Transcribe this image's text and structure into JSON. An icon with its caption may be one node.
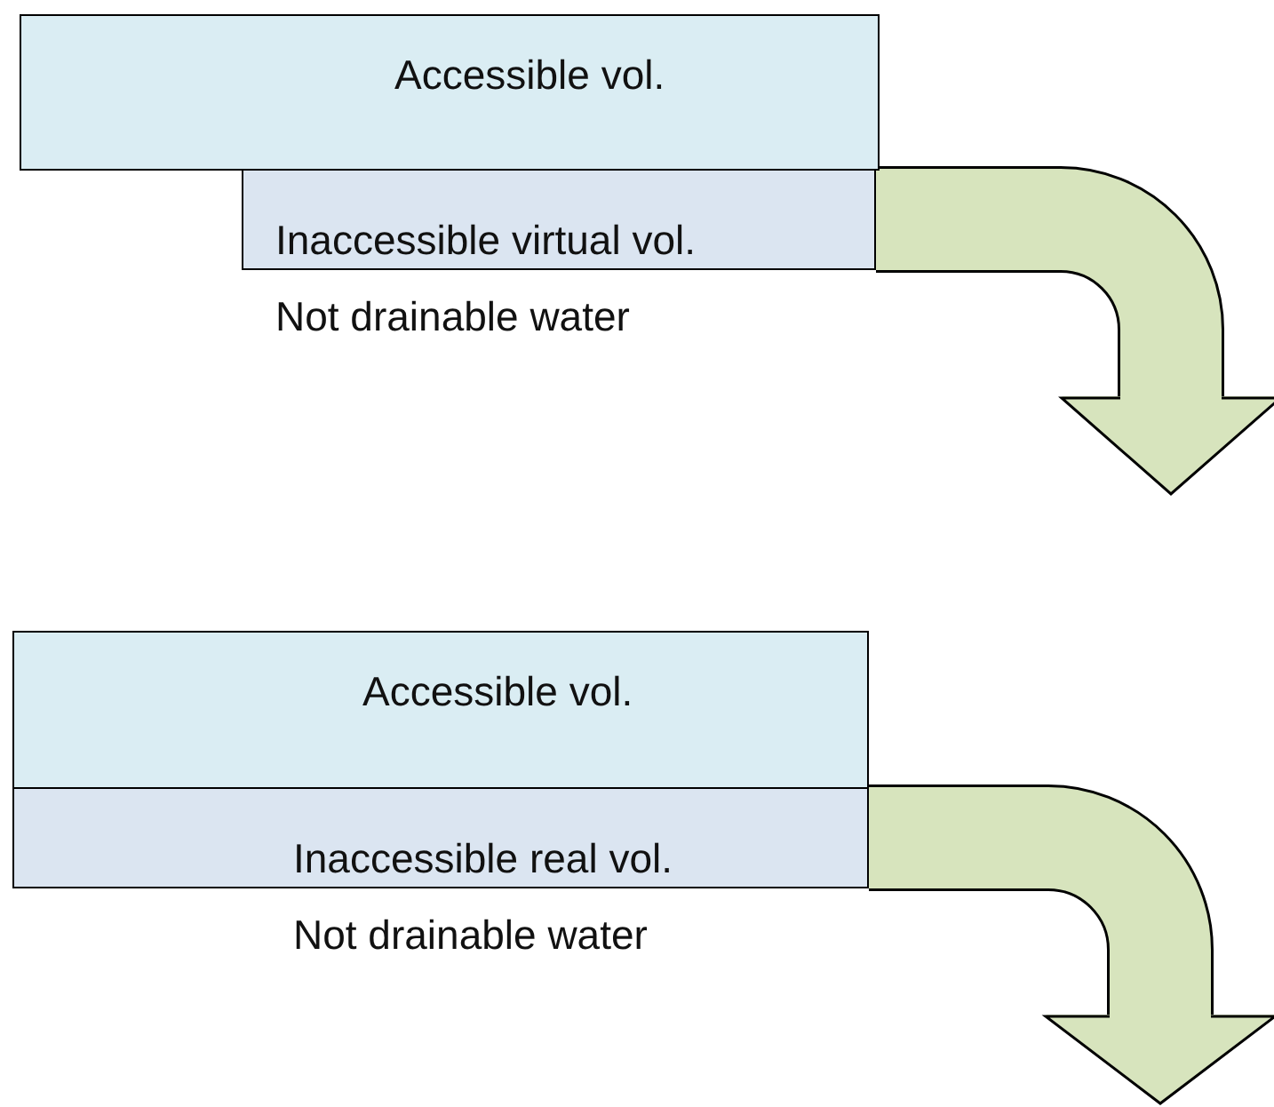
{
  "diagram": {
    "nodes": [
      {
        "text": [
          "Accessible vol."
        ]
      },
      {
        "text": [
          "Inaccessible virtual vol."
        ],
        "beside": [
          "Not drainable water"
        ]
      },
      {
        "text": [
          "Accessible vol."
        ]
      },
      {
        "text": [
          "Inaccessible real vol."
        ],
        "beside": [
          "Not drainable water"
        ]
      }
    ],
    "edges": [
      {
        "from": 1,
        "to": null,
        "arrow": "to"
      },
      {
        "from": 3,
        "to": null,
        "arrow": "to"
      }
    ]
  }
}
